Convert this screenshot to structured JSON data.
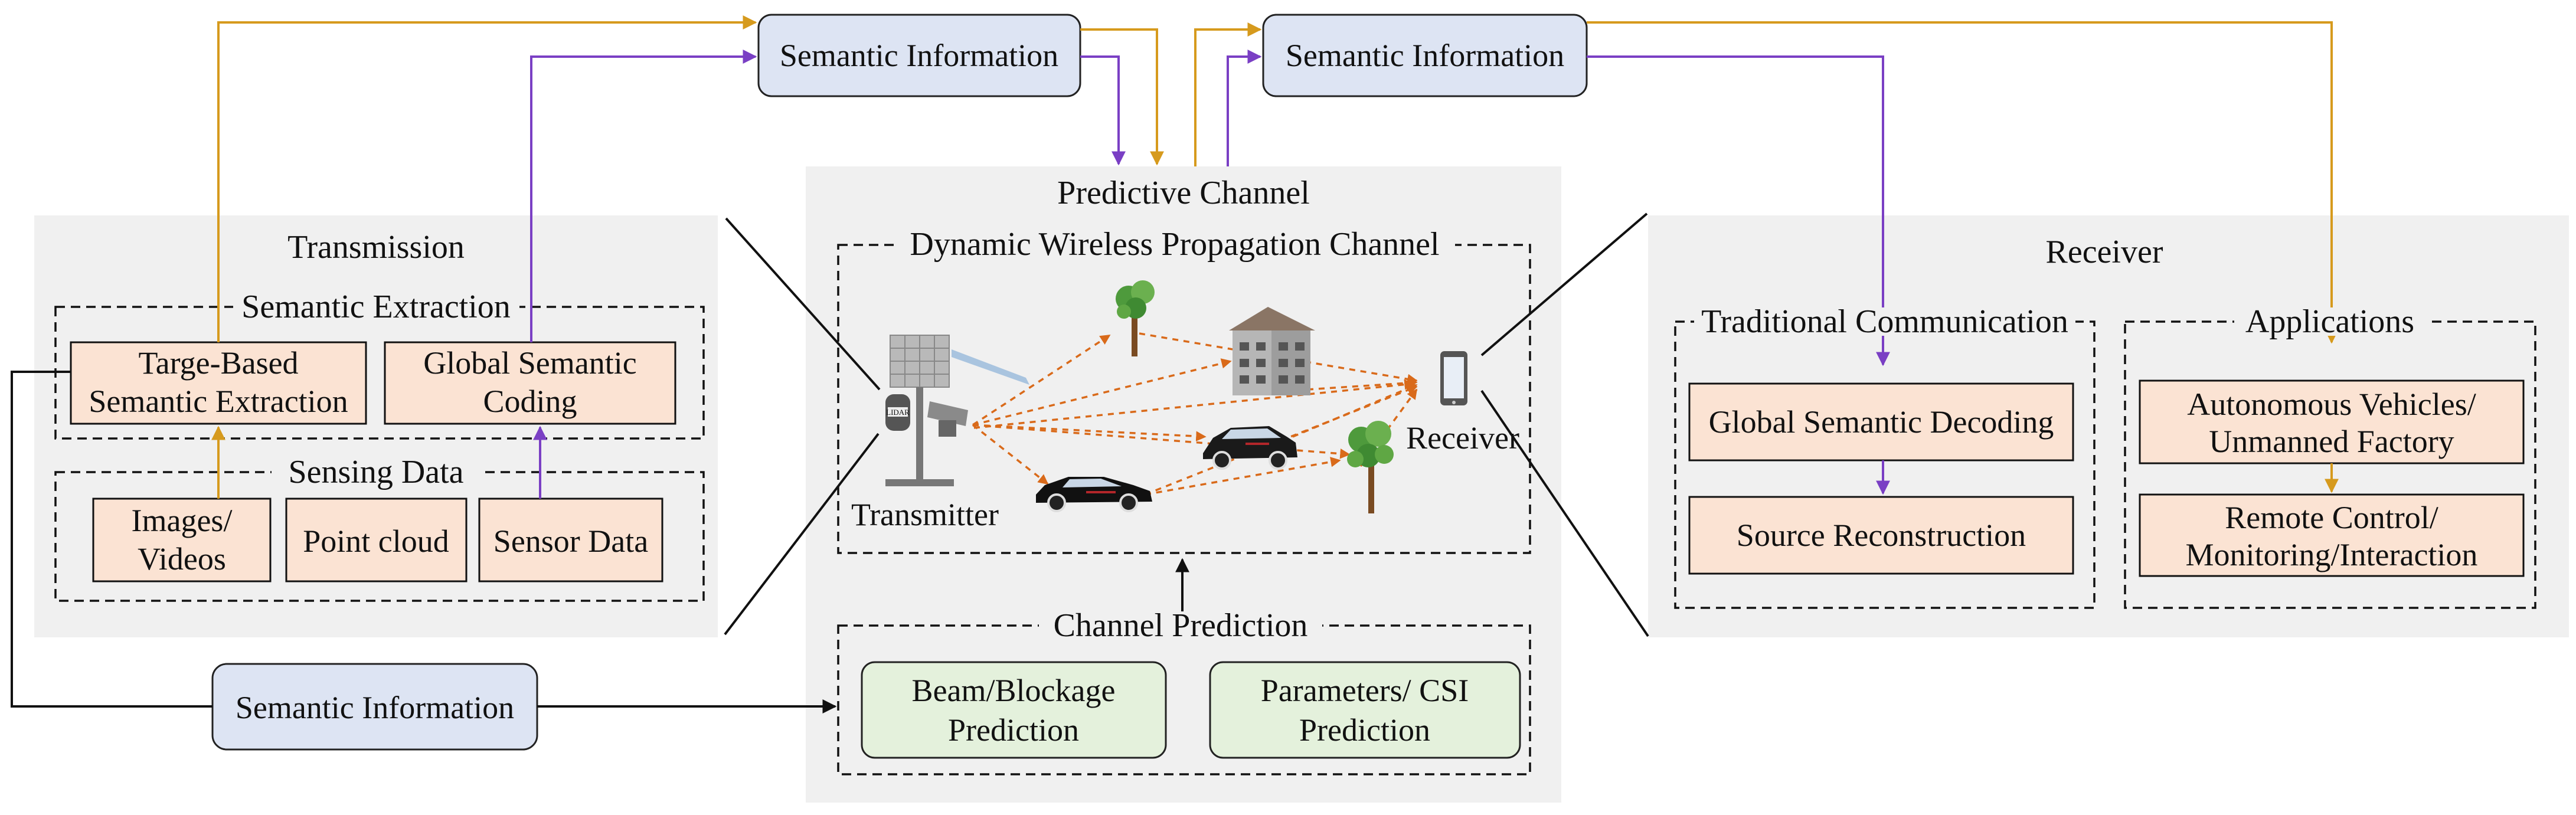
{
  "transmission": {
    "title": "Transmission",
    "semantic_extraction": {
      "title": "Semantic Extraction",
      "box1": [
        "Targe-Based",
        "Semantic Extraction"
      ],
      "box2": [
        "Global Semantic",
        "Coding"
      ]
    },
    "sensing_data": {
      "title": "Sensing Data",
      "box1": [
        "Images/",
        "Videos"
      ],
      "box2": "Point cloud",
      "box3": "Sensor Data"
    }
  },
  "semantic_info_bottom": "Semantic Information",
  "semantic_info_top_left": "Semantic Information",
  "semantic_info_top_right": "Semantic Information",
  "predictive_channel": {
    "title": "Predictive Channel",
    "dynamic_title": "Dynamic Wireless Propagation Channel",
    "transmitter_label": "Transmitter",
    "receiver_label": "Receiver",
    "lidar_text": "LIDAR",
    "channel_prediction": {
      "title": "Channel Prediction",
      "box1": [
        "Beam/Blockage",
        "Prediction"
      ],
      "box2": [
        "Parameters/ CSI",
        "Prediction"
      ]
    }
  },
  "receiver": {
    "title": "Receiver",
    "traditional": {
      "title": "Traditional Communication",
      "box1": "Global Semantic Decoding",
      "box2": "Source Reconstruction"
    },
    "applications": {
      "title": "Applications",
      "box1": [
        "Autonomous Vehicles/",
        "Unmanned Factory"
      ],
      "box2": [
        "Remote Control/",
        "Monitoring/Interaction"
      ]
    }
  },
  "colors": {
    "orange_flow": "#d69a1d",
    "purple_flow": "#7a3fc4",
    "blue_box": "#dde4f3",
    "peach_box": "#fbe3d3",
    "green_box": "#e4f1dc",
    "panel": "#f0f0f0"
  }
}
